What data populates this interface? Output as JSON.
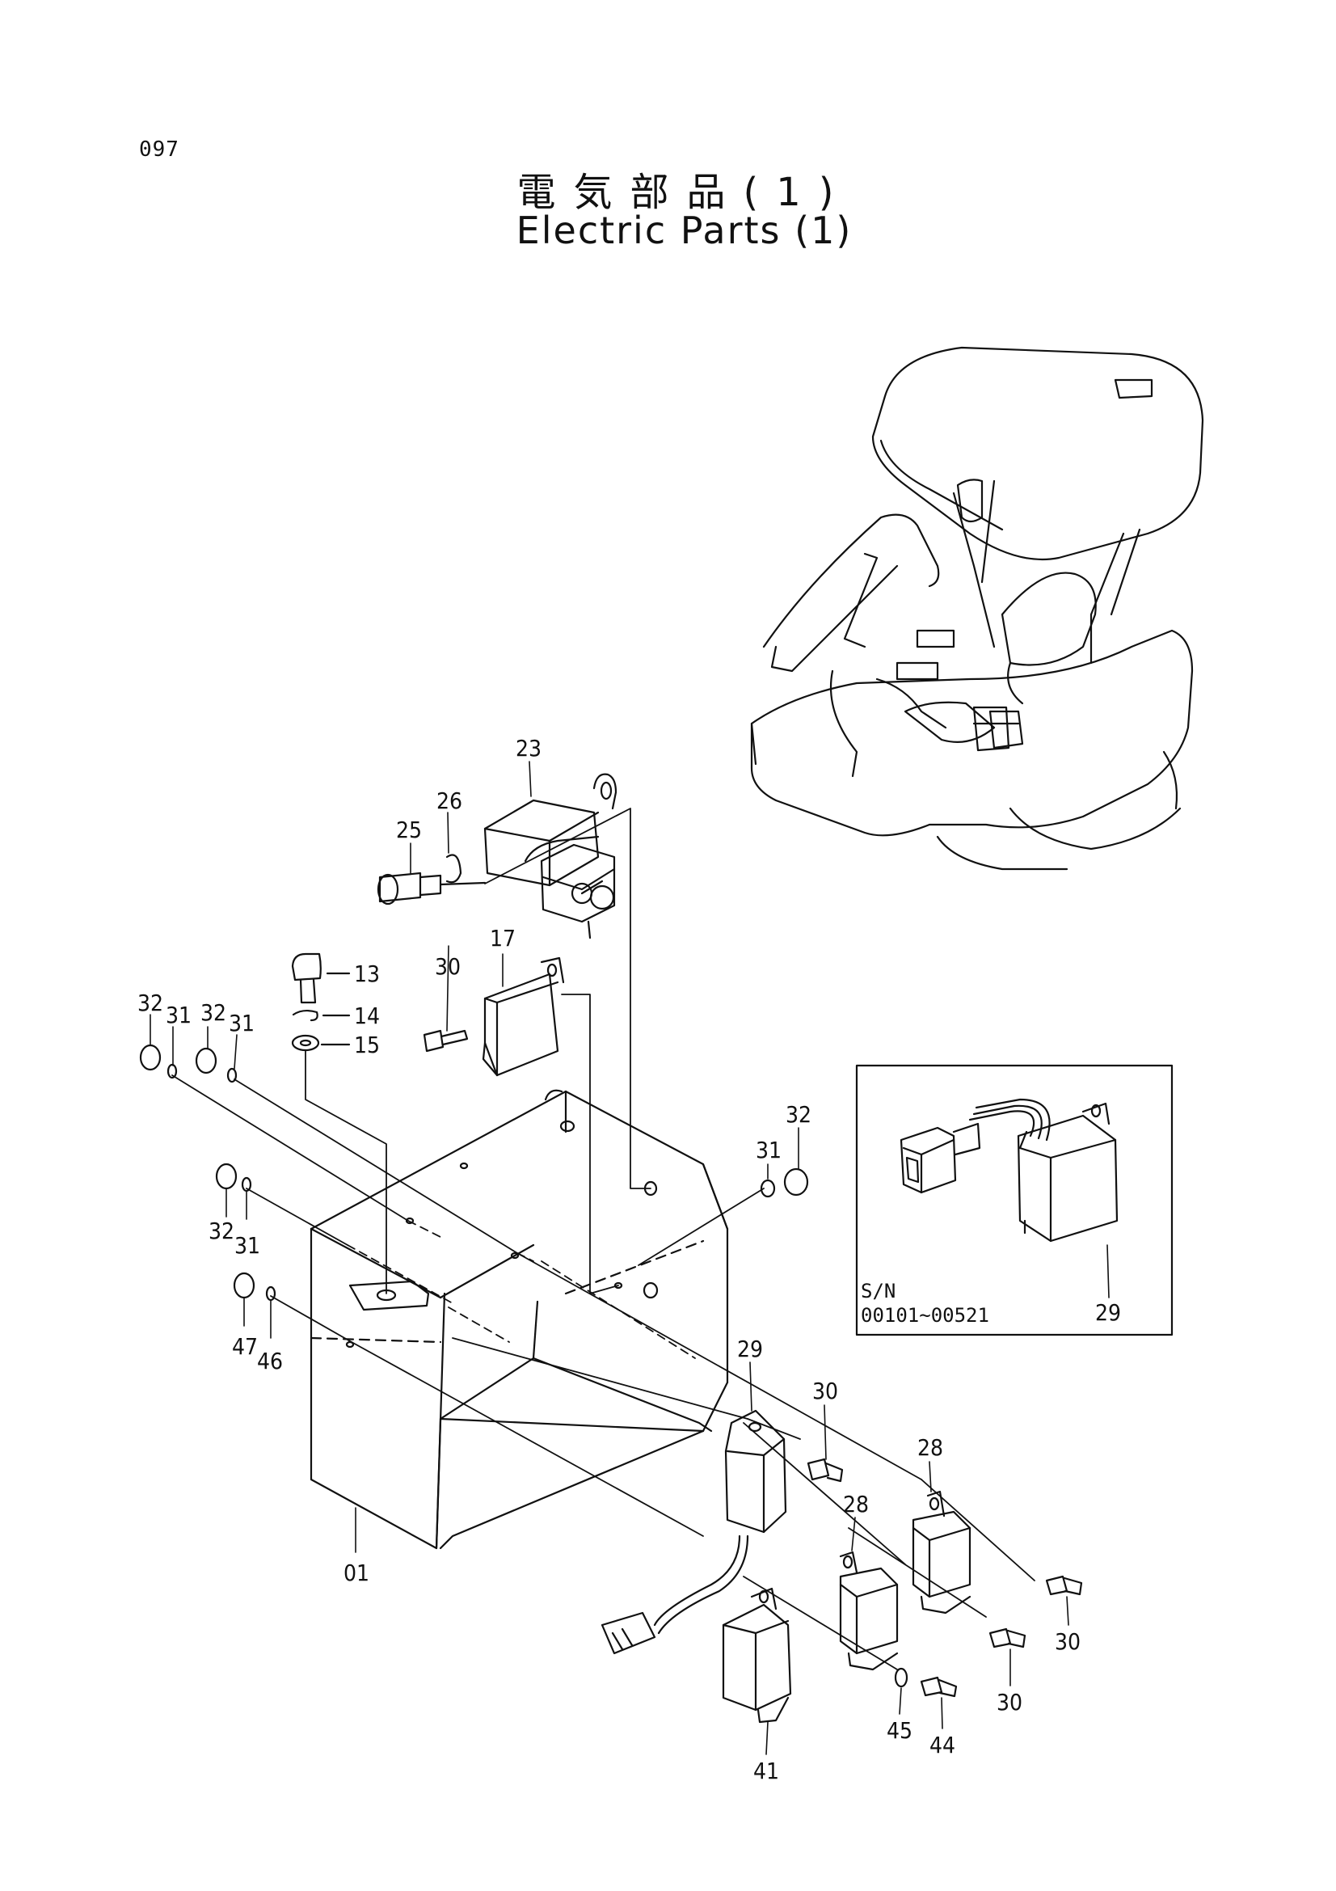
{
  "page_number": "097",
  "title_jp": "電気部品(1)",
  "title_en": "Electric Parts (1)",
  "inset": {
    "sn_label": "S/N",
    "sn_range": "00101~00521",
    "part": "29"
  },
  "callouts": {
    "c23": "23",
    "c26": "26",
    "c25": "25",
    "c17": "17",
    "c30a": "30",
    "c13": "13",
    "c14": "14",
    "c15": "15",
    "c32a": "32",
    "c31a": "31",
    "c32b": "32",
    "c31b": "31",
    "c32c": "32",
    "c31c": "31",
    "c47": "47",
    "c46": "46",
    "c31d": "31",
    "c32d": "32",
    "c01": "01",
    "c29": "29",
    "c30b": "30",
    "c28a": "28",
    "c28b": "28",
    "c30c": "30",
    "c30d": "30",
    "c41": "41",
    "c45": "45",
    "c44": "44"
  }
}
